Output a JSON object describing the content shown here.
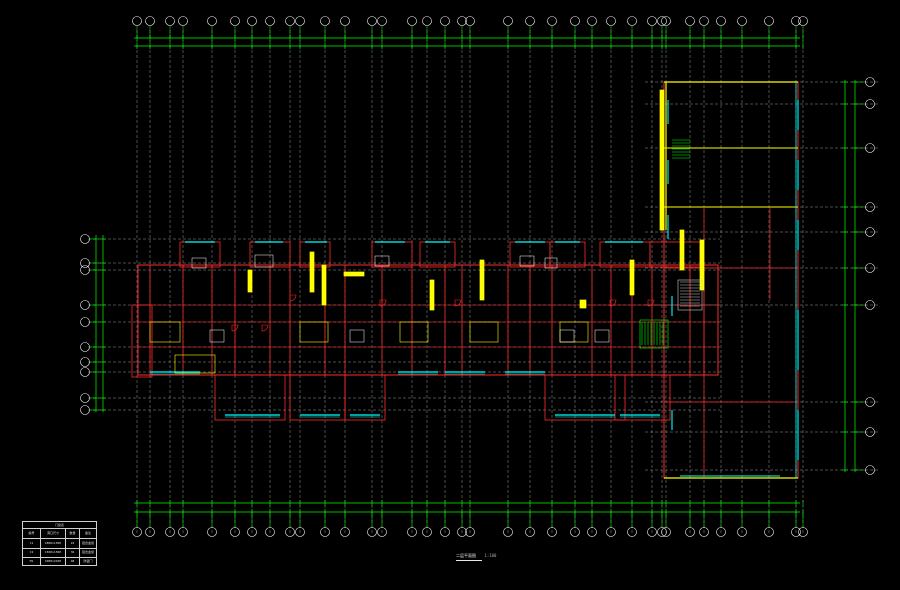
{
  "drawing": {
    "caption": "二层平面图",
    "scale": "1:100",
    "colors": {
      "background": "#000000",
      "wall": "#ff2a2a",
      "axis_line": "#00c800",
      "dimension": "#00ff00",
      "window": "#00ffff",
      "furniture": "#ffff00",
      "bubble": "#ffffff"
    }
  },
  "legend": {
    "title": "门窗表",
    "headers": [
      "编号",
      "洞口尺寸",
      "数量",
      "备注"
    ],
    "rows": [
      [
        "C1",
        "1800x1500",
        "24",
        "铝合金窗"
      ],
      [
        "C2",
        "1500x1500",
        "36",
        "铝合金窗"
      ],
      [
        "M1",
        "1000x2100",
        "48",
        "防盗门"
      ]
    ]
  }
}
